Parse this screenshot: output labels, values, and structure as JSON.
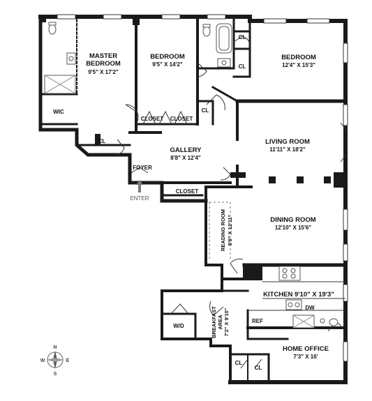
{
  "rooms": {
    "master_bedroom": {
      "name_line1": "MASTER",
      "name_line2": "BEDROOM",
      "size": "9'5\" X 17'2\""
    },
    "bedroom_2": {
      "name": "BEDROOM",
      "size": "9'5\" X 14'2\""
    },
    "bedroom_3": {
      "name": "BEDROOM",
      "size": "12'4\" X 15'3\""
    },
    "living_room": {
      "name": "LIVING ROOM",
      "size": "11'11\" X 18'2\""
    },
    "gallery": {
      "name": "GALLERY",
      "size": "8'8\" X 12'4\""
    },
    "dining_room": {
      "name": "DINING ROOM",
      "size": "12'10\" X 15'6\""
    },
    "reading_room": {
      "name": "READING ROOM",
      "size": "5'9\" X 12'11\""
    },
    "kitchen": {
      "name": "KITCHEN 9'10\" X 19'3\""
    },
    "breakfast_area": {
      "name_line1": "BREAKFAST",
      "name_line2": "AREA",
      "size": "7'2\" X 9'10\""
    },
    "home_office": {
      "name": "HOME OFFICE",
      "size": "7'3\" X 16'"
    }
  },
  "small_labels": {
    "wic": "WIC",
    "cl": "CL",
    "closet": "CLOSET",
    "foyer": "FOYER",
    "enter": "ENTER",
    "wd": "W/D",
    "ref": "REF",
    "dw": "DW"
  },
  "compass": {
    "n": "N",
    "s": "S",
    "e": "E",
    "w": "W"
  },
  "colors": {
    "wall": "#1a1a1a",
    "fixture": "#555555",
    "window": "#ffffff",
    "background": "#ffffff"
  }
}
